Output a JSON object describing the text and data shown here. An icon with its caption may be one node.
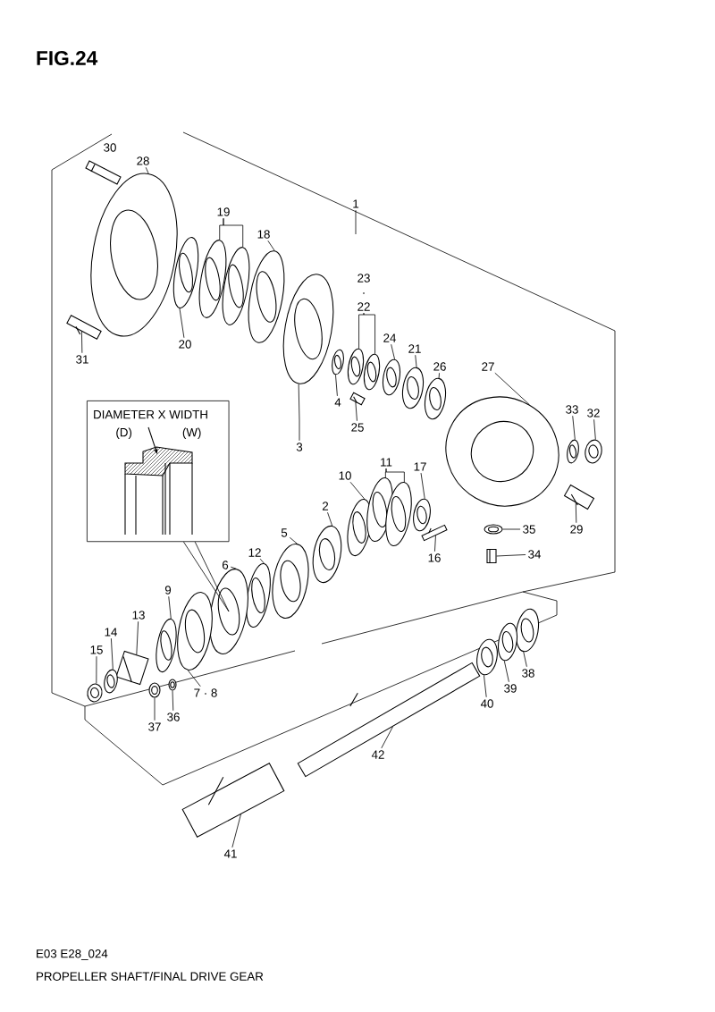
{
  "diagram": {
    "title": "FIG.24",
    "caption": "PROPELLER SHAFT/FINAL DRIVE GEAR",
    "nodes": [
      {
        "text": [
          "1"
        ]
      },
      {
        "text": [
          "28"
        ]
      },
      {
        "text": [
          "19"
        ]
      },
      {
        "text": [
          "18"
        ]
      },
      {
        "text": [
          "23 · 22"
        ]
      },
      {
        "text": [
          "20"
        ]
      },
      {
        "text": [
          "31"
        ]
      },
      {
        "text": [
          "24"
        ]
      },
      {
        "text": [
          "21"
        ]
      },
      {
        "text": [
          "27"
        ]
      },
      {
        "text": [
          "26"
        ]
      },
      {
        "text": [
          "4"
        ]
      },
      {
        "text": [
          "25"
        ]
      },
      {
        "text": [
          "DIAMETER X WIDTH",
          "(D)",
          "(W)"
        ]
      },
      {
        "text": [
          "3"
        ]
      },
      {
        "text": [
          "33"
        ]
      },
      {
        "text": [
          "32"
        ]
      },
      {
        "text": [
          "11"
        ]
      },
      {
        "text": [
          "17"
        ]
      },
      {
        "text": [
          "10"
        ]
      },
      {
        "text": [
          "2"
        ]
      },
      {
        "text": [
          "29"
        ]
      },
      {
        "text": [
          "35"
        ]
      },
      {
        "text": [
          "5"
        ]
      },
      {
        "text": [
          "16"
        ]
      },
      {
        "text": [
          "34"
        ]
      },
      {
        "text": [
          "12"
        ]
      },
      {
        "text": [
          "6"
        ]
      },
      {
        "text": [
          "9"
        ]
      },
      {
        "text": [
          "13"
        ]
      },
      {
        "text": [
          "14"
        ]
      },
      {
        "text": [
          "15"
        ]
      },
      {
        "text": [
          "7 · 8"
        ]
      },
      {
        "text": [
          "38"
        ]
      },
      {
        "text": [
          "39"
        ]
      },
      {
        "text": [
          "36"
        ]
      },
      {
        "text": [
          "37"
        ]
      },
      {
        "text": [
          "40"
        ]
      },
      {
        "text": [
          "42"
        ]
      },
      {
        "text": [
          "41"
        ]
      },
      {
        "text": [],
        "shape": "picture"
      },
      {
        "text": [],
        "shape": "picture"
      },
      {
        "text": [],
        "shape": "picture"
      },
      {
        "text": [],
        "shape": "picture"
      },
      {
        "text": [],
        "shape": "picture"
      },
      {
        "text": [],
        "shape": "picture"
      },
      {
        "text": [],
        "shape": "picture"
      },
      {
        "text": [],
        "shape": "picture"
      },
      {
        "text": [],
        "shape": "picture"
      },
      {
        "text": [],
        "shape": "picture"
      },
      {
        "text": [],
        "shape": "picture"
      },
      {
        "text": [],
        "shape": "picture"
      },
      {
        "text": [],
        "shape": "picture"
      },
      {
        "text": [],
        "shape": "picture"
      },
      {
        "text": [],
        "shape": "picture"
      },
      {
        "text": [],
        "shape": "picture"
      },
      {
        "text": [],
        "shape": "picture"
      },
      {
        "text": [],
        "shape": "picture"
      },
      {
        "text": [],
        "shape": "picture"
      },
      {
        "text": [],
        "shape": "picture"
      },
      {
        "text": [],
        "shape": "picture"
      },
      {
        "text": [],
        "shape": "picture"
      },
      {
        "text": [],
        "shape": "picture"
      },
      {
        "text": [],
        "shape": "picture"
      },
      {
        "text": [],
        "shape": "picture"
      },
      {
        "text": [],
        "shape": "picture"
      },
      {
        "text": [],
        "shape": "picture"
      },
      {
        "text": [],
        "shape": "picture"
      },
      {
        "text": [],
        "shape": "picture"
      },
      {
        "text": [],
        "shape": "picture"
      },
      {
        "text": [],
        "shape": "picture"
      },
      {
        "text": [],
        "shape": "picture"
      },
      {
        "text": [],
        "shape": "picture"
      },
      {
        "text": [],
        "shape": "picture"
      },
      {
        "text": [],
        "shape": "picture"
      },
      {
        "text": [],
        "shape": "picture"
      },
      {
        "text": [],
        "shape": "picture"
      },
      {
        "text": [],
        "shape": "picture"
      },
      {
        "text": [],
        "shape": "picture"
      },
      {
        "text": [],
        "shape": "picture"
      },
      {
        "text": [],
        "shape": "picture"
      }
    ],
    "edges": [
      {
        "from": 0,
        "to": null,
        "arrow": "none"
      },
      {
        "from": 1,
        "to": 40,
        "arrow": "none"
      },
      {
        "from": 2,
        "to": 41,
        "arrow": "none"
      },
      {
        "from": 2,
        "to": 42,
        "arrow": "none"
      },
      {
        "from": 3,
        "to": 43,
        "arrow": "none"
      },
      {
        "from": 4,
        "to": 45,
        "arrow": "none"
      },
      {
        "from": 4,
        "to": 46,
        "arrow": "none"
      },
      {
        "from": 5,
        "to": 44,
        "arrow": "none"
      },
      {
        "from": 6,
        "to": 47,
        "arrow": "none"
      },
      {
        "from": 7,
        "to": 48,
        "arrow": "none"
      },
      {
        "from": 8,
        "to": 49,
        "arrow": "none"
      },
      {
        "from": 9,
        "to": 50,
        "arrow": "none"
      },
      {
        "from": 10,
        "to": 51,
        "arrow": "none"
      },
      {
        "from": 11,
        "to": 52,
        "arrow": "none"
      },
      {
        "from": 12,
        "to": 53,
        "arrow": "none"
      },
      {
        "from": 13,
        "to": 68,
        "arrow": "none"
      },
      {
        "from": 14,
        "to": 54,
        "arrow": "none"
      },
      {
        "from": 15,
        "to": 55,
        "arrow": "none"
      },
      {
        "from": 16,
        "to": 56,
        "arrow": "none"
      },
      {
        "from": 17,
        "to": 57,
        "arrow": "none"
      },
      {
        "from": 17,
        "to": 58,
        "arrow": "none"
      },
      {
        "from": 18,
        "to": 59,
        "arrow": "none"
      },
      {
        "from": 19,
        "to": 60,
        "arrow": "none"
      },
      {
        "from": 20,
        "to": 61,
        "arrow": "none"
      },
      {
        "from": 21,
        "to": 62,
        "arrow": "none"
      },
      {
        "from": 22,
        "to": 63,
        "arrow": "none"
      },
      {
        "from": 23,
        "to": 64,
        "arrow": "none"
      },
      {
        "from": 24,
        "to": 65,
        "arrow": "none"
      },
      {
        "from": 25,
        "to": 66,
        "arrow": "none"
      },
      {
        "from": 26,
        "to": 67,
        "arrow": "none"
      },
      {
        "from": 27,
        "to": 68,
        "arrow": "none"
      },
      {
        "from": 28,
        "to": 69,
        "arrow": "none"
      },
      {
        "from": 29,
        "to": 70,
        "arrow": "none"
      },
      {
        "from": 30,
        "to": 71,
        "arrow": "none"
      },
      {
        "from": 31,
        "to": 72,
        "arrow": "none"
      },
      {
        "from": 32,
        "to": 73,
        "arrow": "none"
      },
      {
        "from": 33,
        "to": 74,
        "arrow": "none"
      },
      {
        "from": 34,
        "to": 75,
        "arrow": "none"
      },
      {
        "from": 35,
        "to": 76,
        "arrow": "none"
      },
      {
        "from": 36,
        "to": 77,
        "arrow": "none"
      },
      {
        "from": 37,
        "to": 78,
        "arrow": "none"
      },
      {
        "from": 38,
        "to": 79,
        "arrow": "none"
      },
      {
        "from": 39,
        "to": 80,
        "arrow": "none"
      }
    ],
    "labels": [
      "30",
      "E03 E28_024"
    ]
  }
}
